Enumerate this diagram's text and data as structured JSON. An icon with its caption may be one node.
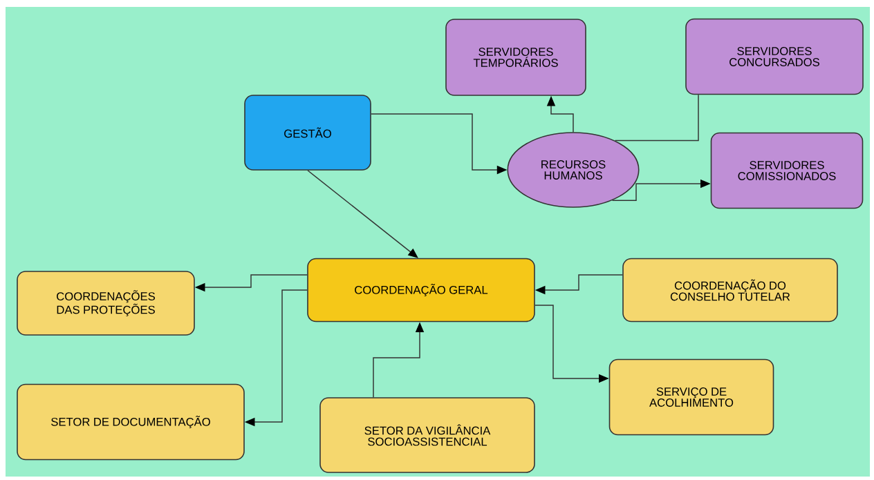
{
  "diagram": {
    "nodes": [
      {
        "text": [
          "GESTÃO"
        ]
      },
      {
        "text": [
          "RECURSOS HUMANOS"
        ]
      },
      {
        "text": [
          "SERVIDORES TEMPORÁRIOS"
        ]
      },
      {
        "text": [
          "SERVIDORES CONCURSADOS"
        ]
      },
      {
        "text": [
          "SERVIDORES COMISSIONADOS"
        ]
      },
      {
        "text": [
          "COORDENAÇÃO GERAL"
        ]
      },
      {
        "text": [
          "COORDENAÇÕES DAS PROTEÇÕES"
        ]
      },
      {
        "text": [
          "COORDENAÇÃO DO CONSELHO TUTELAR"
        ]
      },
      {
        "text": [
          "SETOR DE DOCUMENTAÇÃO"
        ]
      },
      {
        "text": [
          "SETOR DA VIGILÂNCIA SOCIOASSISTENCIAL"
        ]
      },
      {
        "text": [
          "SERVIÇO DE ACOLHIMENTO"
        ]
      }
    ],
    "edges": [
      {
        "from": 0,
        "to": 1,
        "arrow": "to"
      },
      {
        "from": 0,
        "to": 5,
        "arrow": "to"
      },
      {
        "from": 1,
        "to": 2,
        "arrow": "to"
      },
      {
        "from": 1,
        "to": 3,
        "arrow": "none"
      },
      {
        "from": 1,
        "to": 4,
        "arrow": "to"
      },
      {
        "from": 5,
        "to": 6,
        "arrow": "to"
      },
      {
        "from": 5,
        "to": 8,
        "arrow": "to"
      },
      {
        "from": 7,
        "to": 5,
        "arrow": "to"
      },
      {
        "from": 9,
        "to": 5,
        "arrow": "to"
      },
      {
        "from": 5,
        "to": 10,
        "arrow": "to"
      }
    ]
  }
}
